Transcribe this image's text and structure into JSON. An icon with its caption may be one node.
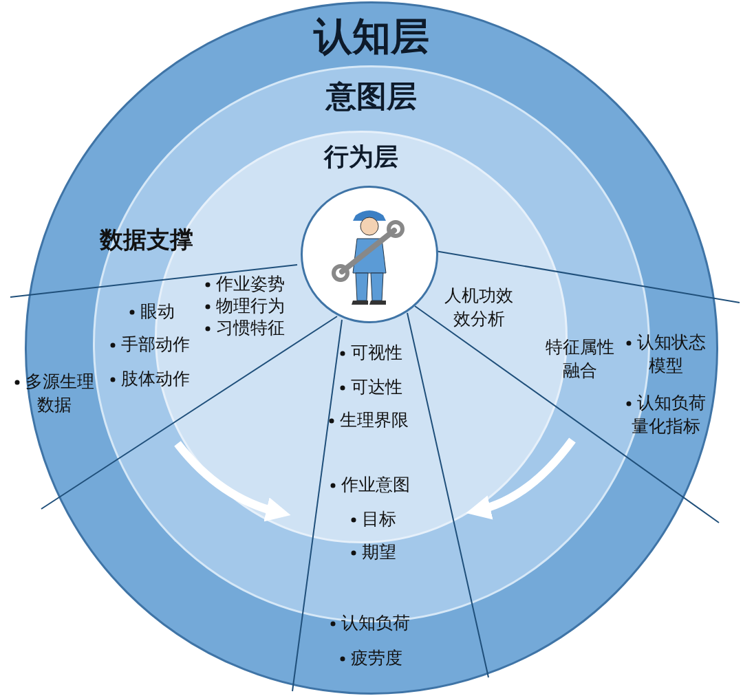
{
  "diagram": {
    "nodes": [
      {
        "text": [
          "认知层"
        ]
      },
      {
        "text": [
          "意图层"
        ],
        "in": 0
      },
      {
        "text": [
          "行为层"
        ],
        "in": 1
      },
      {
        "text": [],
        "shape": "picture",
        "in": 2
      }
    ],
    "labels": [
      "数据支撑",
      "作业姿势",
      "物理行为",
      "习惯特征",
      "眼动",
      "手部动作",
      "肢体动作",
      "人机功效效分析",
      "多源生理数据",
      "可视性",
      "可达性",
      "生理界限",
      "特征属性融合",
      "认知状态模型",
      "认知负荷量化指标",
      "作业意图",
      "目标",
      "期望",
      "认知负荷",
      "疲劳度"
    ]
  }
}
